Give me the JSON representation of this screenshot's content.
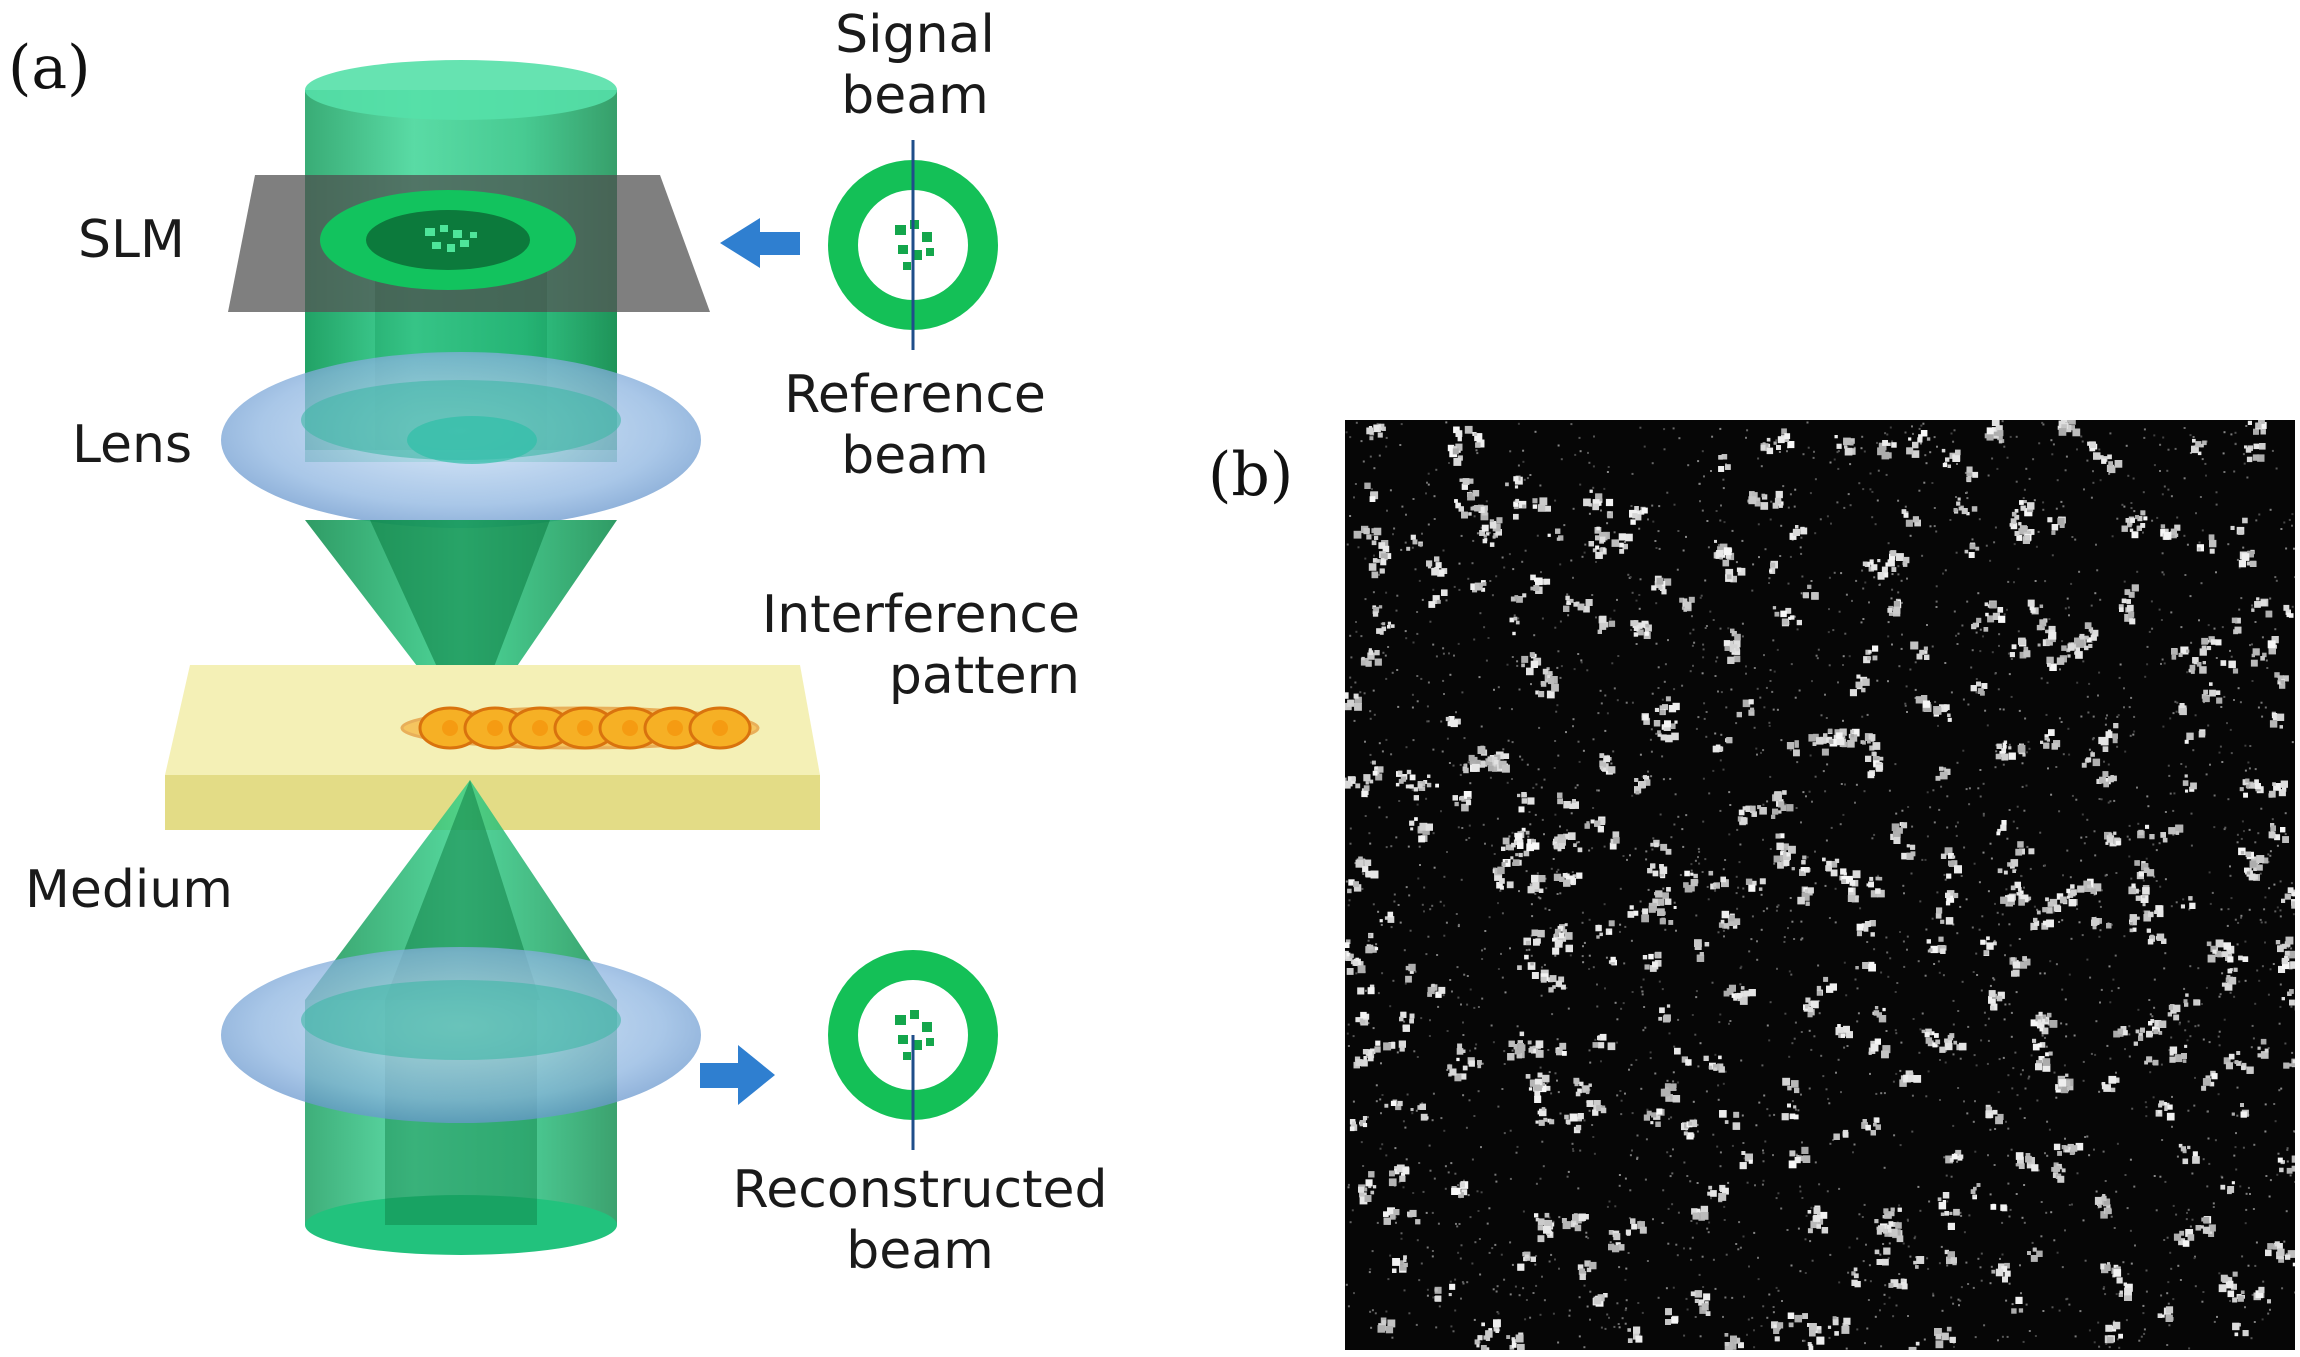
{
  "panel_a": {
    "label": "(a)",
    "labels": {
      "signal_beam": [
        "Signal",
        "beam"
      ],
      "slm": "SLM",
      "reference_beam": [
        "Reference",
        "beam"
      ],
      "lens": "Lens",
      "interference_pattern": [
        "Interference",
        "pattern"
      ],
      "medium": "Medium",
      "reconstructed_beam": [
        "Reconstructed",
        "beam"
      ]
    },
    "colors": {
      "beam_green": "#1fbf7a",
      "beam_dark": "#0b8a4a",
      "lens_blue": "#7aa7d8",
      "slm_gray": "#5a5a5a",
      "medium_yellow": "#f3efb0",
      "interference_orange": "#f7a21b",
      "arrow_blue": "#2f7fd0",
      "ring_green": "#14c057"
    }
  },
  "panel_b": {
    "label": "(b)",
    "image": "speckle-hologram-pattern"
  }
}
